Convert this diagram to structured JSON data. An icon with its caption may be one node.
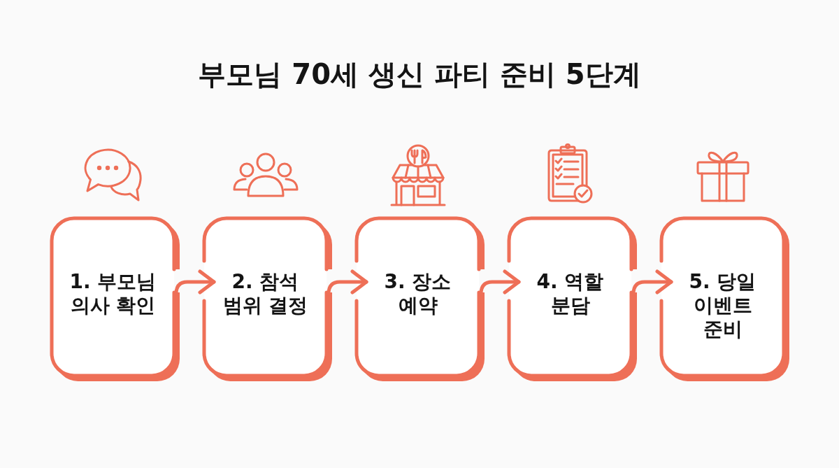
{
  "diagram": {
    "title": "부모님 70세 생신 파티 준비 5단계",
    "nodes": [
      {
        "text": [
          "1. 부모님 의사 확인"
        ]
      },
      {
        "text": [
          "2. 참석 범위 결정"
        ]
      },
      {
        "text": [
          "3. 장소 예약"
        ]
      },
      {
        "text": [
          "4. 역할 분담"
        ]
      },
      {
        "text": [
          "5. 당일 이벤트 준비"
        ]
      }
    ],
    "edges": [
      {
        "from": 0,
        "to": 1,
        "arrow": "to"
      },
      {
        "from": 1,
        "to": 2,
        "arrow": "to"
      },
      {
        "from": 2,
        "to": 3,
        "arrow": "to"
      },
      {
        "from": 3,
        "to": 4,
        "arrow": "to"
      }
    ]
  }
}
